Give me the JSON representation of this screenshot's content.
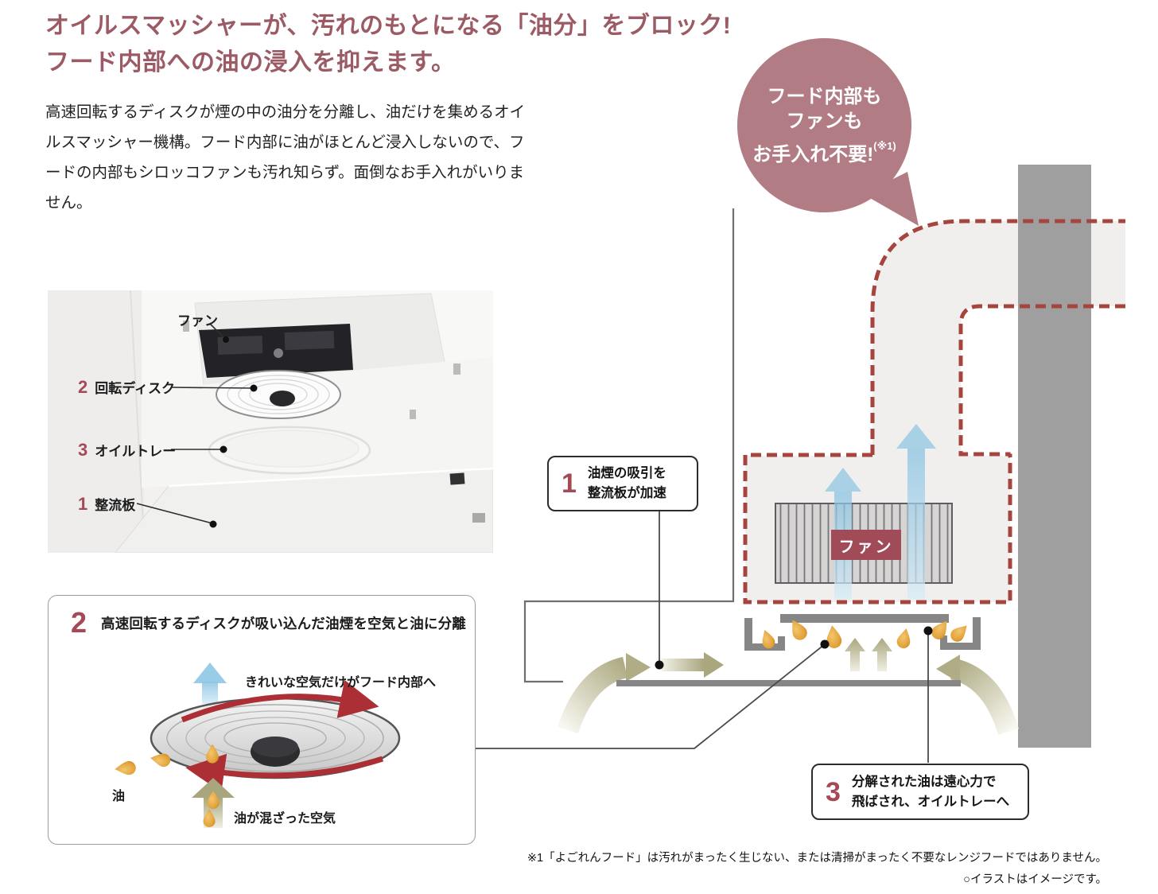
{
  "colors": {
    "accent_maroon": "#9b5a64",
    "number_maroon": "#a34a56",
    "bubble_pink": "#b17c83",
    "dash_red": "#a6443e",
    "fan_tag_bg": "#a04b57",
    "arrow_blue": "#9fd0e8",
    "arrow_beige": "#b2af88",
    "oil_orange": "#e2a138",
    "hood_gray": "#868686",
    "wall_gray": "#9a9a9a"
  },
  "headline": {
    "line1": "オイルスマッシャーが、汚れのもとになる「油分」をブロック!",
    "line2": "フード内部への油の浸入を抑えます。"
  },
  "intro": {
    "text": "高速回転するディスクが煙の中の油分を分離し、油だけを集めるオイルスマッシャー機構。フード内部に油がほとんど浸入しないので、フードの内部もシロッコファンも汚れ知らず。面倒なお手入れがいりません。"
  },
  "photo": {
    "labels": [
      {
        "num": "",
        "text": "ファン"
      },
      {
        "num": "2",
        "text": "回転ディスク"
      },
      {
        "num": "3",
        "text": "オイルトレー"
      },
      {
        "num": "1",
        "text": "整流板"
      }
    ]
  },
  "step2_box": {
    "num": "2",
    "title": "高速回転するディスクが吸い込んだ油煙を空気と油に分離",
    "label_clean_air": "きれいな空気だけがフード内部へ",
    "label_oil": "油",
    "label_oily_air": "油が混ざった空気"
  },
  "bubble": {
    "line1": "フード内部も",
    "line2": "ファンも",
    "line3": "お手入れ不要!",
    "sup": "(※1)"
  },
  "step1_box": {
    "num": "1",
    "line1": "油煙の吸引を",
    "line2": "整流板が加速"
  },
  "step3_box": {
    "num": "3",
    "line1": "分解された油は遠心力で",
    "line2": "飛ばされ、オイルトレーへ"
  },
  "fan_label": "ファン",
  "footnotes": {
    "line1": "※1「よごれんフード」は汚れがまったく生じない、または清掃がまったく不要なレンジフードではありません。",
    "line2": "○イラストはイメージです。"
  }
}
